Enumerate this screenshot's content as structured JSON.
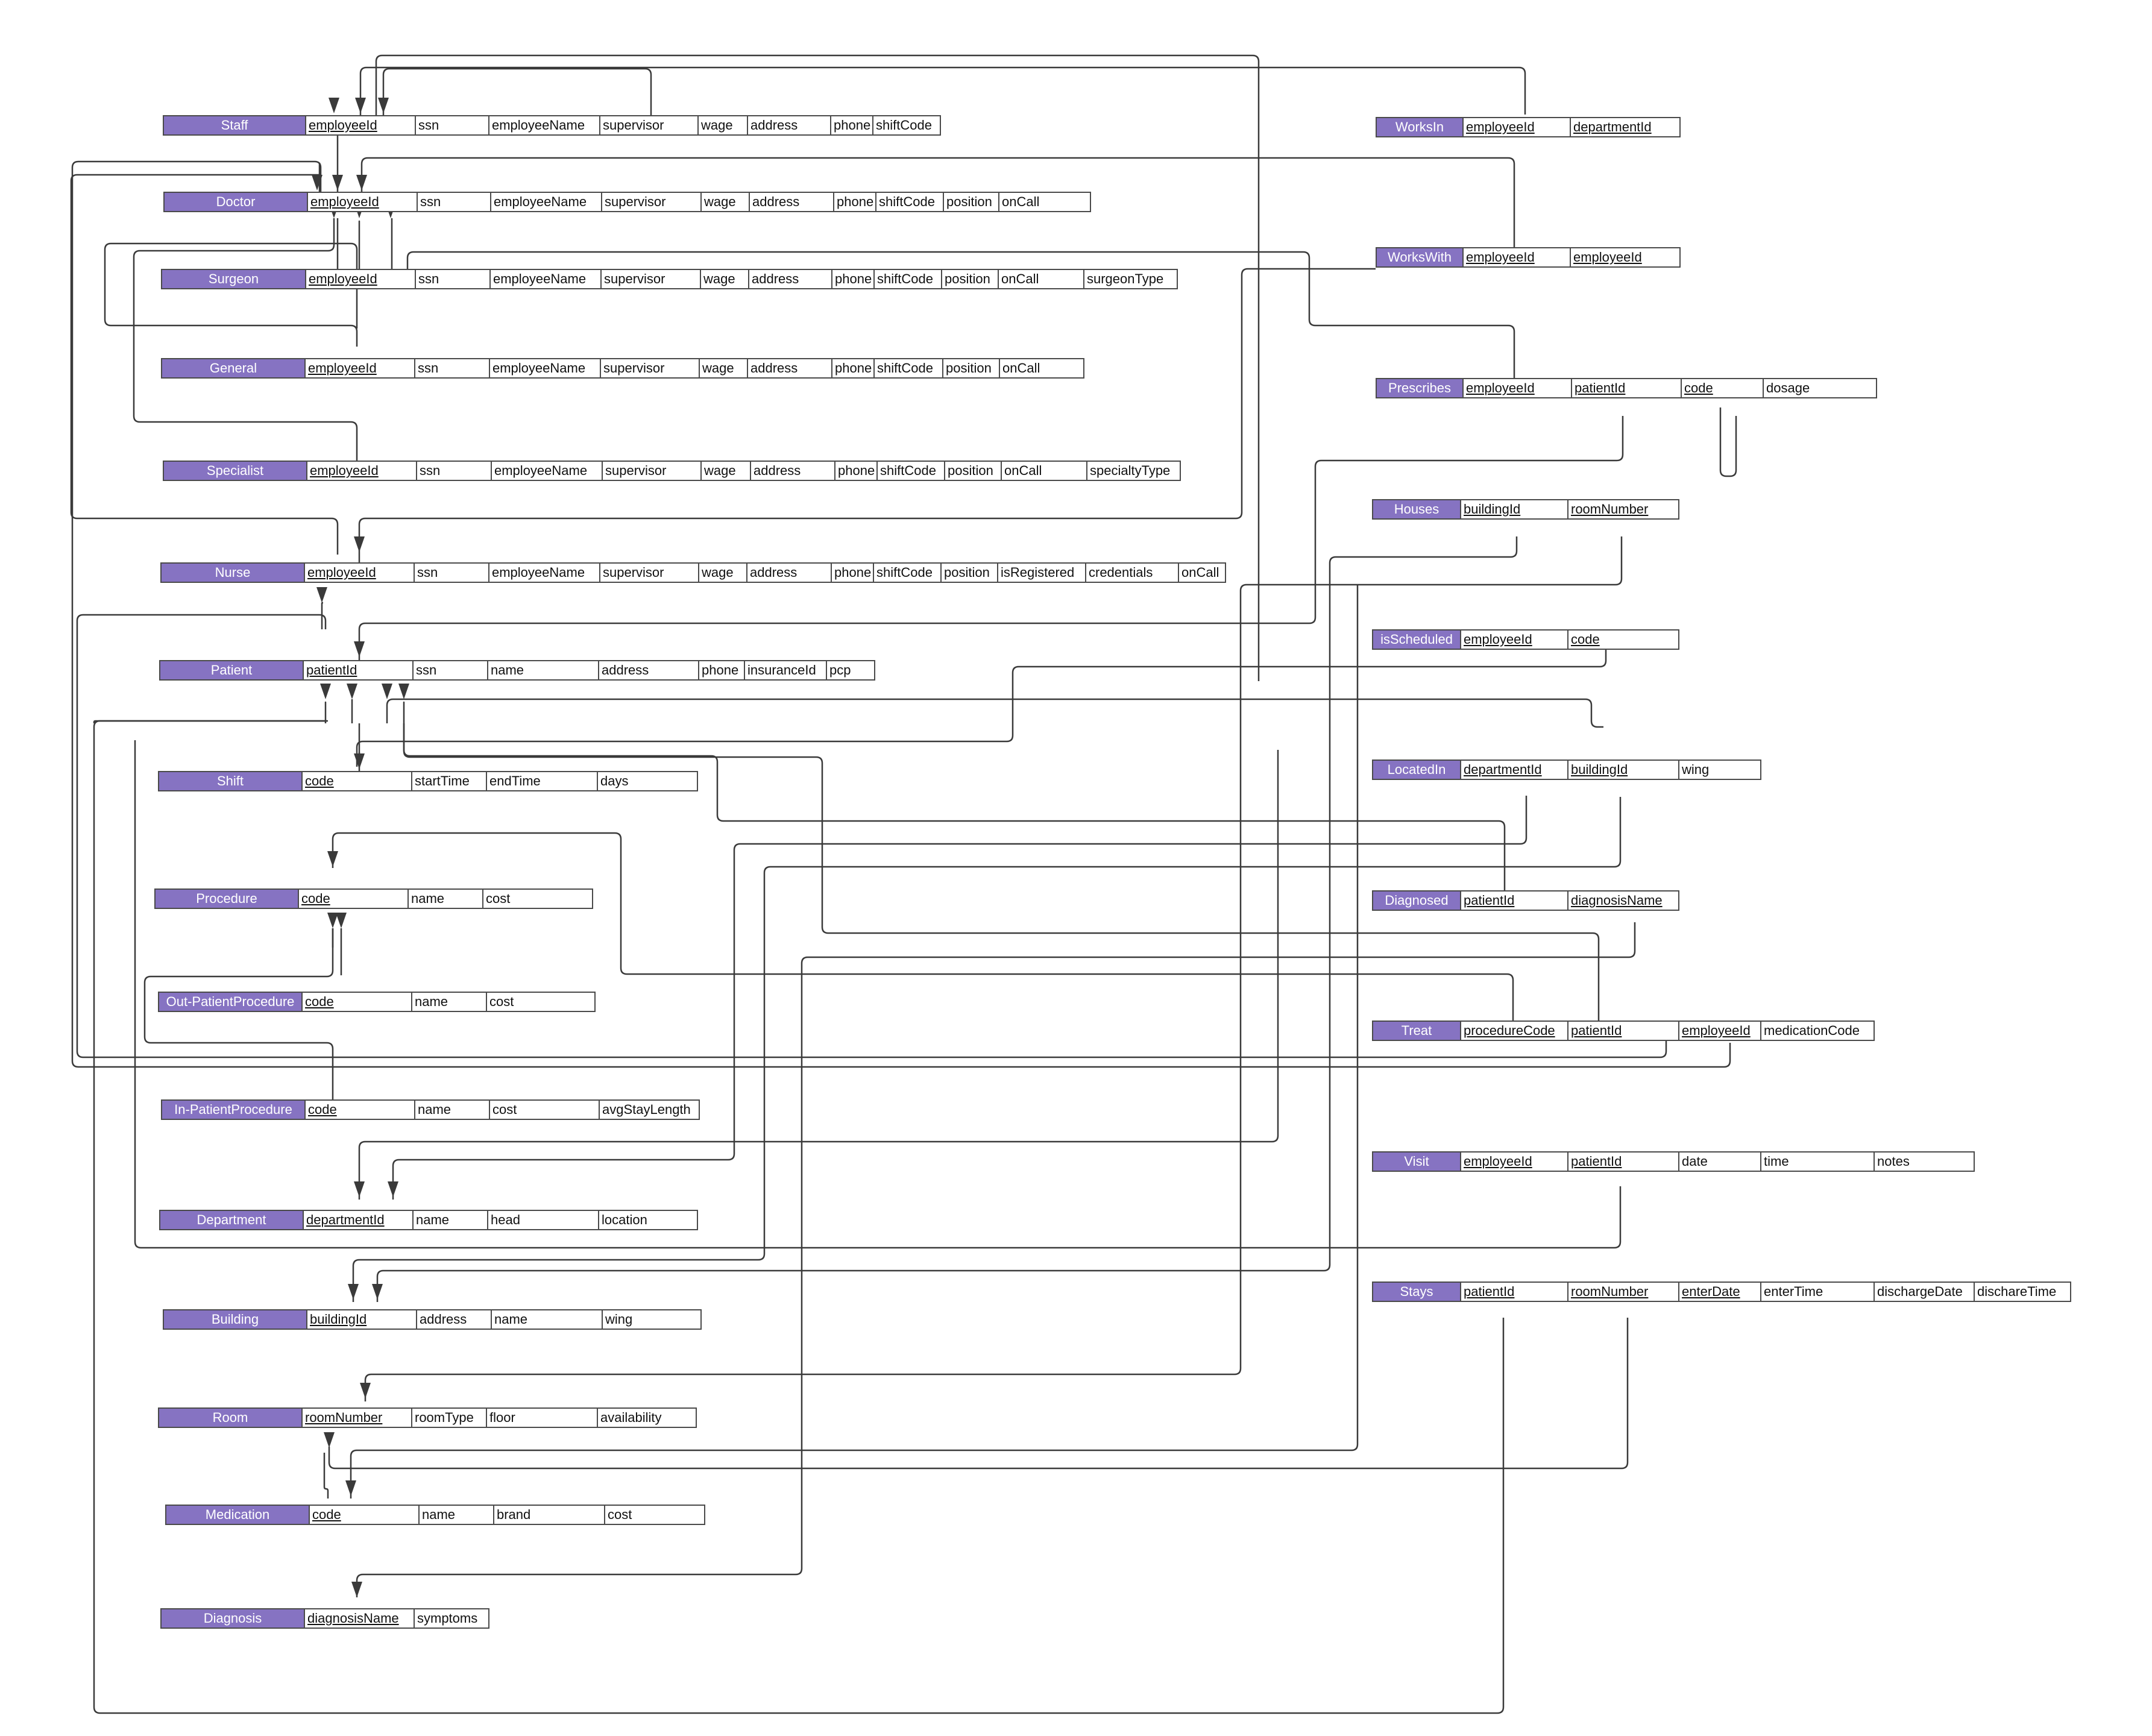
{
  "diagram": {
    "tables": [
      {
        "id": "staff",
        "name": "Staff",
        "fields": [
          {
            "label": "employeeId",
            "key": true
          },
          {
            "label": "ssn"
          },
          {
            "label": "employeeName"
          },
          {
            "label": "supervisor"
          },
          {
            "label": "wage"
          },
          {
            "label": "address"
          },
          {
            "label": "phone"
          },
          {
            "label": "shiftCode"
          }
        ]
      },
      {
        "id": "doctor",
        "name": "Doctor",
        "fields": [
          {
            "label": "employeeId",
            "key": true
          },
          {
            "label": "ssn"
          },
          {
            "label": "employeeName"
          },
          {
            "label": "supervisor"
          },
          {
            "label": "wage"
          },
          {
            "label": "address"
          },
          {
            "label": "phone"
          },
          {
            "label": "shiftCode"
          },
          {
            "label": "position"
          },
          {
            "label": "onCall"
          }
        ]
      },
      {
        "id": "surgeon",
        "name": "Surgeon",
        "fields": [
          {
            "label": "employeeId",
            "key": true
          },
          {
            "label": "ssn"
          },
          {
            "label": "employeeName"
          },
          {
            "label": "supervisor"
          },
          {
            "label": "wage"
          },
          {
            "label": "address"
          },
          {
            "label": "phone"
          },
          {
            "label": "shiftCode"
          },
          {
            "label": "position"
          },
          {
            "label": "onCall"
          },
          {
            "label": "surgeonType"
          }
        ]
      },
      {
        "id": "general",
        "name": "General",
        "fields": [
          {
            "label": "employeeId",
            "key": true
          },
          {
            "label": "ssn"
          },
          {
            "label": "employeeName"
          },
          {
            "label": "supervisor"
          },
          {
            "label": "wage"
          },
          {
            "label": "address"
          },
          {
            "label": "phone"
          },
          {
            "label": "shiftCode"
          },
          {
            "label": "position"
          },
          {
            "label": "onCall"
          }
        ]
      },
      {
        "id": "specialist",
        "name": "Specialist",
        "fields": [
          {
            "label": "employeeId",
            "key": true
          },
          {
            "label": "ssn"
          },
          {
            "label": "employeeName"
          },
          {
            "label": "supervisor"
          },
          {
            "label": "wage"
          },
          {
            "label": "address"
          },
          {
            "label": "phone"
          },
          {
            "label": "shiftCode"
          },
          {
            "label": "position"
          },
          {
            "label": "onCall"
          },
          {
            "label": "specialtyType"
          }
        ]
      },
      {
        "id": "nurse",
        "name": "Nurse",
        "fields": [
          {
            "label": "employeeId",
            "key": true
          },
          {
            "label": "ssn"
          },
          {
            "label": "employeeName"
          },
          {
            "label": "supervisor"
          },
          {
            "label": "wage"
          },
          {
            "label": "address"
          },
          {
            "label": "phone"
          },
          {
            "label": "shiftCode"
          },
          {
            "label": "position"
          },
          {
            "label": "isRegistered"
          },
          {
            "label": "credentials"
          },
          {
            "label": "onCall"
          }
        ]
      },
      {
        "id": "patient",
        "name": "Patient",
        "fields": [
          {
            "label": "patientId",
            "key": true
          },
          {
            "label": "ssn"
          },
          {
            "label": "name"
          },
          {
            "label": "address"
          },
          {
            "label": "phone"
          },
          {
            "label": "insuranceId"
          },
          {
            "label": "pcp"
          }
        ]
      },
      {
        "id": "shift",
        "name": "Shift",
        "fields": [
          {
            "label": "code",
            "key": true
          },
          {
            "label": "startTime"
          },
          {
            "label": "endTime"
          },
          {
            "label": "days"
          }
        ]
      },
      {
        "id": "procedure",
        "name": "Procedure",
        "fields": [
          {
            "label": "code",
            "key": true
          },
          {
            "label": "name"
          },
          {
            "label": "cost"
          }
        ]
      },
      {
        "id": "outpatient",
        "name": "Out-PatientProcedure",
        "fields": [
          {
            "label": "code",
            "key": true
          },
          {
            "label": "name"
          },
          {
            "label": "cost"
          }
        ]
      },
      {
        "id": "inpatient",
        "name": "In-PatientProcedure",
        "fields": [
          {
            "label": "code",
            "key": true
          },
          {
            "label": "name"
          },
          {
            "label": "cost"
          },
          {
            "label": "avgStayLength"
          }
        ]
      },
      {
        "id": "department",
        "name": "Department",
        "fields": [
          {
            "label": "departmentId",
            "key": true
          },
          {
            "label": "name"
          },
          {
            "label": "head"
          },
          {
            "label": "location"
          }
        ]
      },
      {
        "id": "building",
        "name": "Building",
        "fields": [
          {
            "label": "buildingId",
            "key": true
          },
          {
            "label": "address"
          },
          {
            "label": "name"
          },
          {
            "label": "wing"
          }
        ]
      },
      {
        "id": "room",
        "name": "Room",
        "fields": [
          {
            "label": "roomNumber",
            "key": true
          },
          {
            "label": "roomType"
          },
          {
            "label": "floor"
          },
          {
            "label": "availability"
          }
        ]
      },
      {
        "id": "medication",
        "name": "Medication",
        "fields": [
          {
            "label": "code",
            "key": true
          },
          {
            "label": "name"
          },
          {
            "label": "brand"
          },
          {
            "label": "cost"
          }
        ]
      },
      {
        "id": "diagnosis",
        "name": "Diagnosis",
        "fields": [
          {
            "label": "diagnosisName",
            "key": true
          },
          {
            "label": "symptoms"
          }
        ]
      },
      {
        "id": "worksin",
        "name": "WorksIn",
        "fields": [
          {
            "label": "employeeId",
            "key": true
          },
          {
            "label": "departmentId",
            "key": true
          }
        ]
      },
      {
        "id": "workswith",
        "name": "WorksWith",
        "fields": [
          {
            "label": "employeeId",
            "key": true
          },
          {
            "label": "employeeId",
            "key": true
          }
        ]
      },
      {
        "id": "prescribes",
        "name": "Prescribes",
        "fields": [
          {
            "label": "employeeId",
            "key": true
          },
          {
            "label": "patientId",
            "key": true
          },
          {
            "label": "code",
            "key": true
          },
          {
            "label": "dosage"
          }
        ]
      },
      {
        "id": "houses",
        "name": "Houses",
        "fields": [
          {
            "label": "buildingId",
            "key": true
          },
          {
            "label": "roomNumber",
            "key": true
          }
        ]
      },
      {
        "id": "isscheduled",
        "name": "isScheduled",
        "fields": [
          {
            "label": "employeeId",
            "key": true
          },
          {
            "label": "code",
            "key": true
          }
        ]
      },
      {
        "id": "locatedin",
        "name": "LocatedIn",
        "fields": [
          {
            "label": "departmentId",
            "key": true
          },
          {
            "label": "buildingId",
            "key": true
          },
          {
            "label": "wing"
          }
        ]
      },
      {
        "id": "diagnosed",
        "name": "Diagnosed",
        "fields": [
          {
            "label": "patientId",
            "key": true
          },
          {
            "label": "diagnosisName",
            "key": true
          }
        ]
      },
      {
        "id": "treat",
        "name": "Treat",
        "fields": [
          {
            "label": "procedureCode",
            "key": true
          },
          {
            "label": "patientId",
            "key": true
          },
          {
            "label": "employeeId",
            "key": true
          },
          {
            "label": "medicationCode"
          }
        ]
      },
      {
        "id": "visit",
        "name": "Visit",
        "fields": [
          {
            "label": "employeeId",
            "key": true
          },
          {
            "label": "patientId",
            "key": true
          },
          {
            "label": "date"
          },
          {
            "label": "time"
          },
          {
            "label": "notes"
          }
        ]
      },
      {
        "id": "stays",
        "name": "Stays",
        "fields": [
          {
            "label": "patientId",
            "key": true
          },
          {
            "label": "roomNumber",
            "key": true
          },
          {
            "label": "enterDate",
            "key": true
          },
          {
            "label": "enterTime"
          },
          {
            "label": "dischargeDate"
          },
          {
            "label": "discharеTime"
          }
        ]
      }
    ],
    "colors": {
      "header_fill": "#8673c2",
      "header_text": "#ffffff",
      "border": "#4a4a4a",
      "connector": "#3a3a3a"
    }
  }
}
